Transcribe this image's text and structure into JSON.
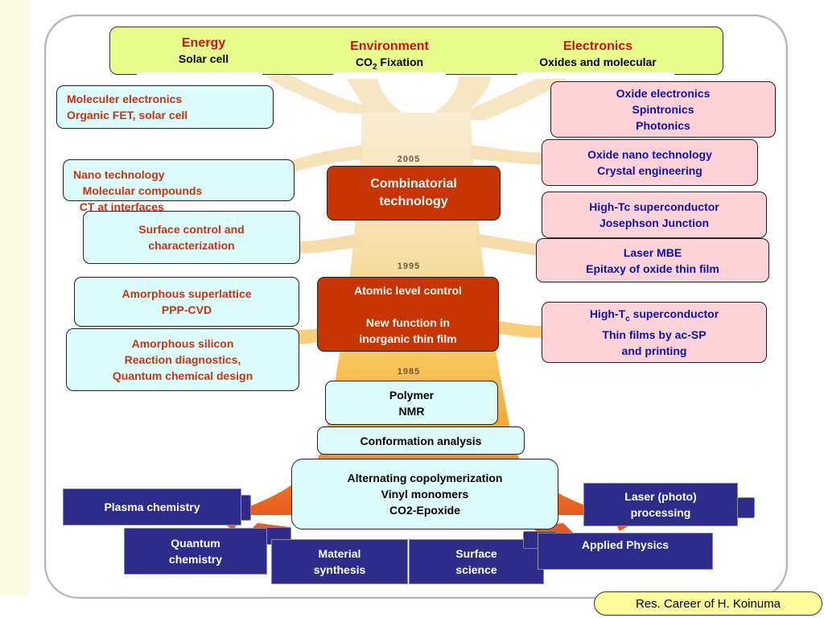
{
  "top": {
    "energy": {
      "title": "Energy",
      "sub": "Solar cell"
    },
    "environment": {
      "title": "Environment",
      "sub_prefix": "CO",
      "sub_subscript": "2",
      "sub_suffix": " Fixation"
    },
    "electronics": {
      "title": "Electronics",
      "sub": "Oxides and molecular"
    }
  },
  "years": [
    "2005",
    "1995",
    "1985"
  ],
  "left_boxes": [
    {
      "lines": [
        "Moleculer  electronics",
        "Organic  FET, solar cell"
      ]
    },
    {
      "lines": [
        "Nano technology",
        "   Molecular compounds",
        "  CT at interfaces"
      ]
    },
    {
      "lines": [
        "Surface control and",
        "characterization"
      ]
    },
    {
      "lines": [
        "Amorphous superlattice",
        "PPP-CVD"
      ]
    },
    {
      "lines": [
        "Amorphous silicon",
        "Reaction diagnostics,",
        "Quantum chemical design"
      ]
    }
  ],
  "right_boxes": [
    {
      "lines": [
        "Oxide electronics",
        "Spintronics",
        "Photonics"
      ]
    },
    {
      "lines": [
        "Oxide nano technology",
        "Crystal engineering"
      ]
    },
    {
      "lines": [
        "High-Tc superconductor",
        "Josephson Junction"
      ]
    },
    {
      "lines": [
        "Laser MBE",
        "Epitaxy of oxide thin film"
      ]
    },
    {
      "line1_prefix": "High-T",
      "line1_subscript": "c",
      "line1_suffix": " superconductor",
      "lines": [
        "Thin films by ac-SP",
        "and printing"
      ]
    }
  ],
  "center": {
    "combinatorial": [
      "Combinatorial",
      "technology"
    ],
    "atomic": [
      "Atomic level control",
      "",
      "New function in",
      "inorganic thin film"
    ],
    "polymer": [
      "Polymer",
      "NMR"
    ],
    "conformation": "Conformation analysis",
    "alternating": [
      "Alternating copolymerization",
      "Vinyl monomers",
      "CO2-Epoxide"
    ]
  },
  "roots": {
    "plasma": "Plasma chemistry",
    "quantum": [
      "Quantum",
      "chemistry"
    ],
    "material": [
      "Material",
      "synthesis"
    ],
    "surface": [
      "Surface",
      "science"
    ],
    "laser": [
      "Laser (photo)",
      "processing"
    ],
    "applied": "Applied Physics"
  },
  "footer": "Res. Career of H. Koinuma",
  "colors": {
    "banner": "#e8fc8c",
    "cyan_box": "#dcfcfc",
    "pink_box": "#fdd3d8",
    "red_box": "#c83404",
    "navy_box": "#2e2c8a",
    "heading_red": "#d01010",
    "blue_text": "#1010b0",
    "footer": "#fcfc9c"
  }
}
